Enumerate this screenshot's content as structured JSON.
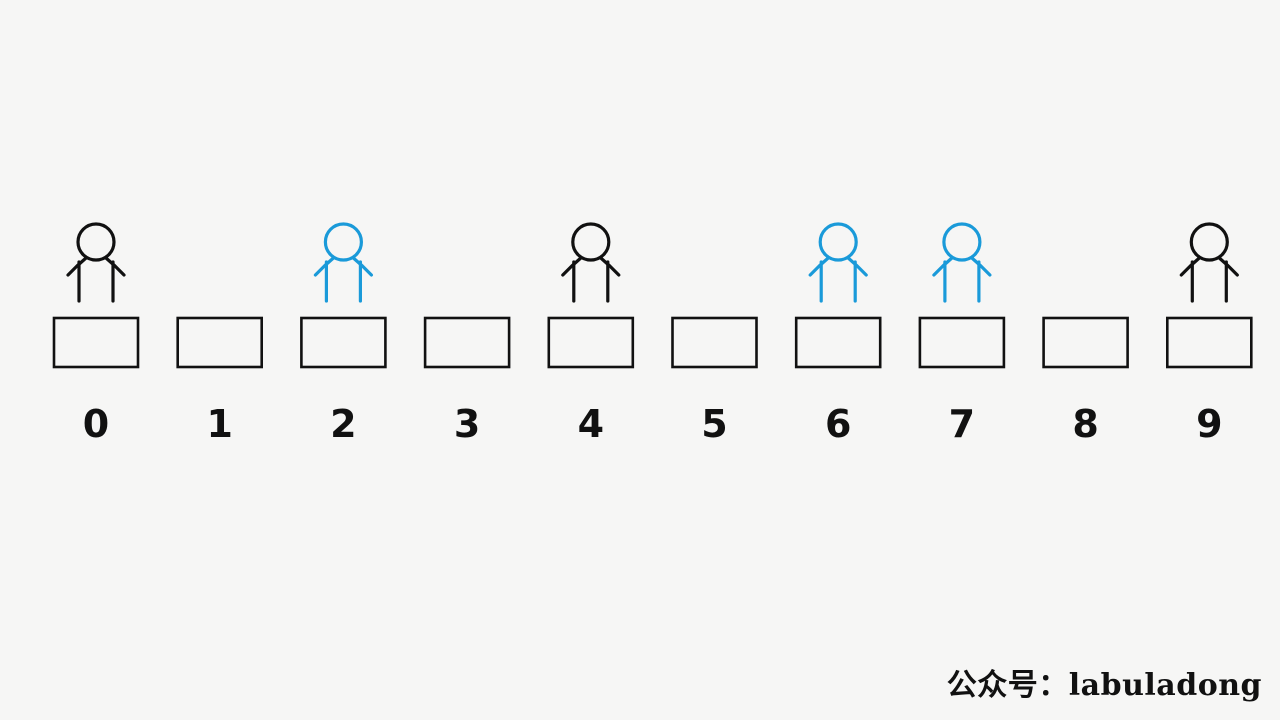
{
  "diagram": {
    "seats": [
      {
        "label": "0",
        "occupied": true,
        "color": "#111111"
      },
      {
        "label": "1",
        "occupied": false,
        "color": null
      },
      {
        "label": "2",
        "occupied": true,
        "color": "#1a9ad9"
      },
      {
        "label": "3",
        "occupied": false,
        "color": null
      },
      {
        "label": "4",
        "occupied": true,
        "color": "#111111"
      },
      {
        "label": "5",
        "occupied": false,
        "color": null
      },
      {
        "label": "6",
        "occupied": true,
        "color": "#1a9ad9"
      },
      {
        "label": "7",
        "occupied": true,
        "color": "#1a9ad9"
      },
      {
        "label": "8",
        "occupied": false,
        "color": null
      },
      {
        "label": "9",
        "occupied": true,
        "color": "#111111"
      }
    ],
    "seat_color": "#111111"
  },
  "watermark": "公众号：labuladong"
}
